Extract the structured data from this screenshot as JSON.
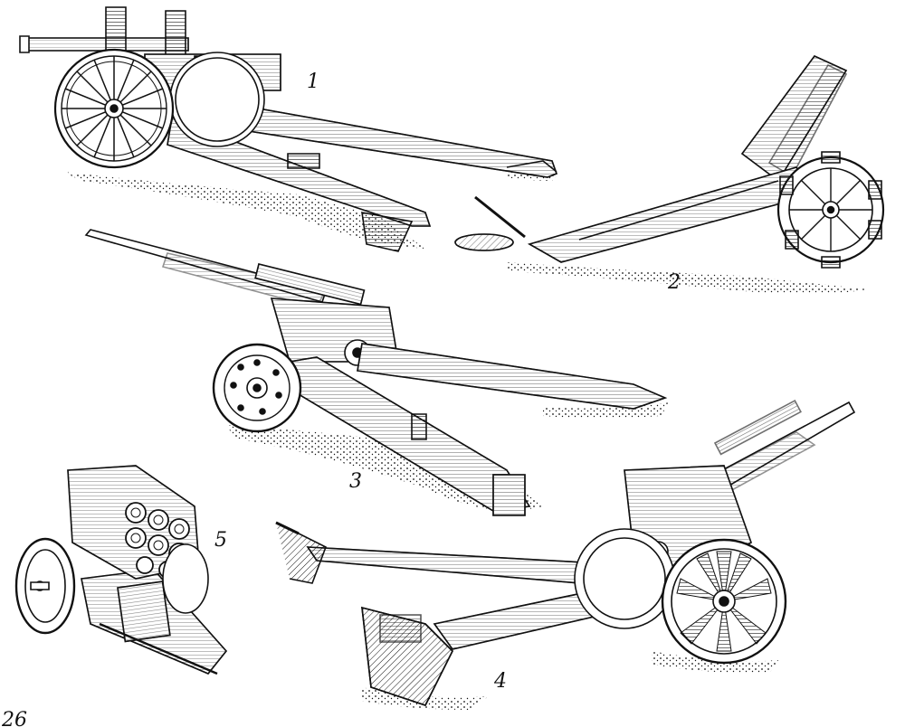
{
  "figures": [
    {
      "id": "1",
      "label": "1"
    },
    {
      "id": "2",
      "label": "2"
    },
    {
      "id": "3",
      "label": "3"
    },
    {
      "id": "4",
      "label": "4"
    },
    {
      "id": "5",
      "label": "5"
    }
  ],
  "caption_fragment": "26",
  "colors": {
    "ink": "#111111",
    "paper": "#ffffff"
  }
}
